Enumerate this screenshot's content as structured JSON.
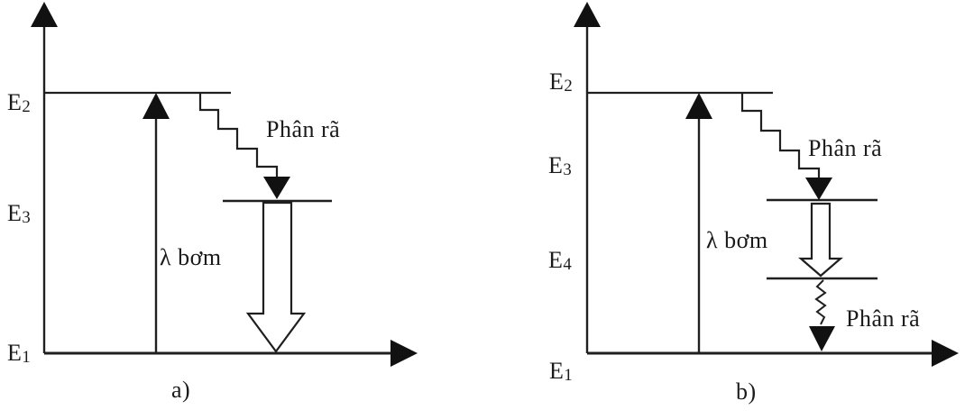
{
  "figure": {
    "background": "#ffffff",
    "line_color": "#1f1f1f",
    "arrow_fill": "#111111"
  },
  "diagram_a": {
    "caption": "a)",
    "pump_label": "λ bơm",
    "decay_label": "Phân rã",
    "levels": [
      {
        "base": "E",
        "sub": "2"
      },
      {
        "base": "E",
        "sub": "3"
      },
      {
        "base": "E",
        "sub": "1"
      }
    ]
  },
  "diagram_b": {
    "caption": "b)",
    "pump_label": "λ bơm",
    "decay_label_upper": "Phân rã",
    "decay_label_lower": "Phân rã",
    "levels": [
      {
        "base": "E",
        "sub": "2"
      },
      {
        "base": "E",
        "sub": "3"
      },
      {
        "base": "E",
        "sub": "4"
      },
      {
        "base": "E",
        "sub": "1"
      }
    ]
  }
}
